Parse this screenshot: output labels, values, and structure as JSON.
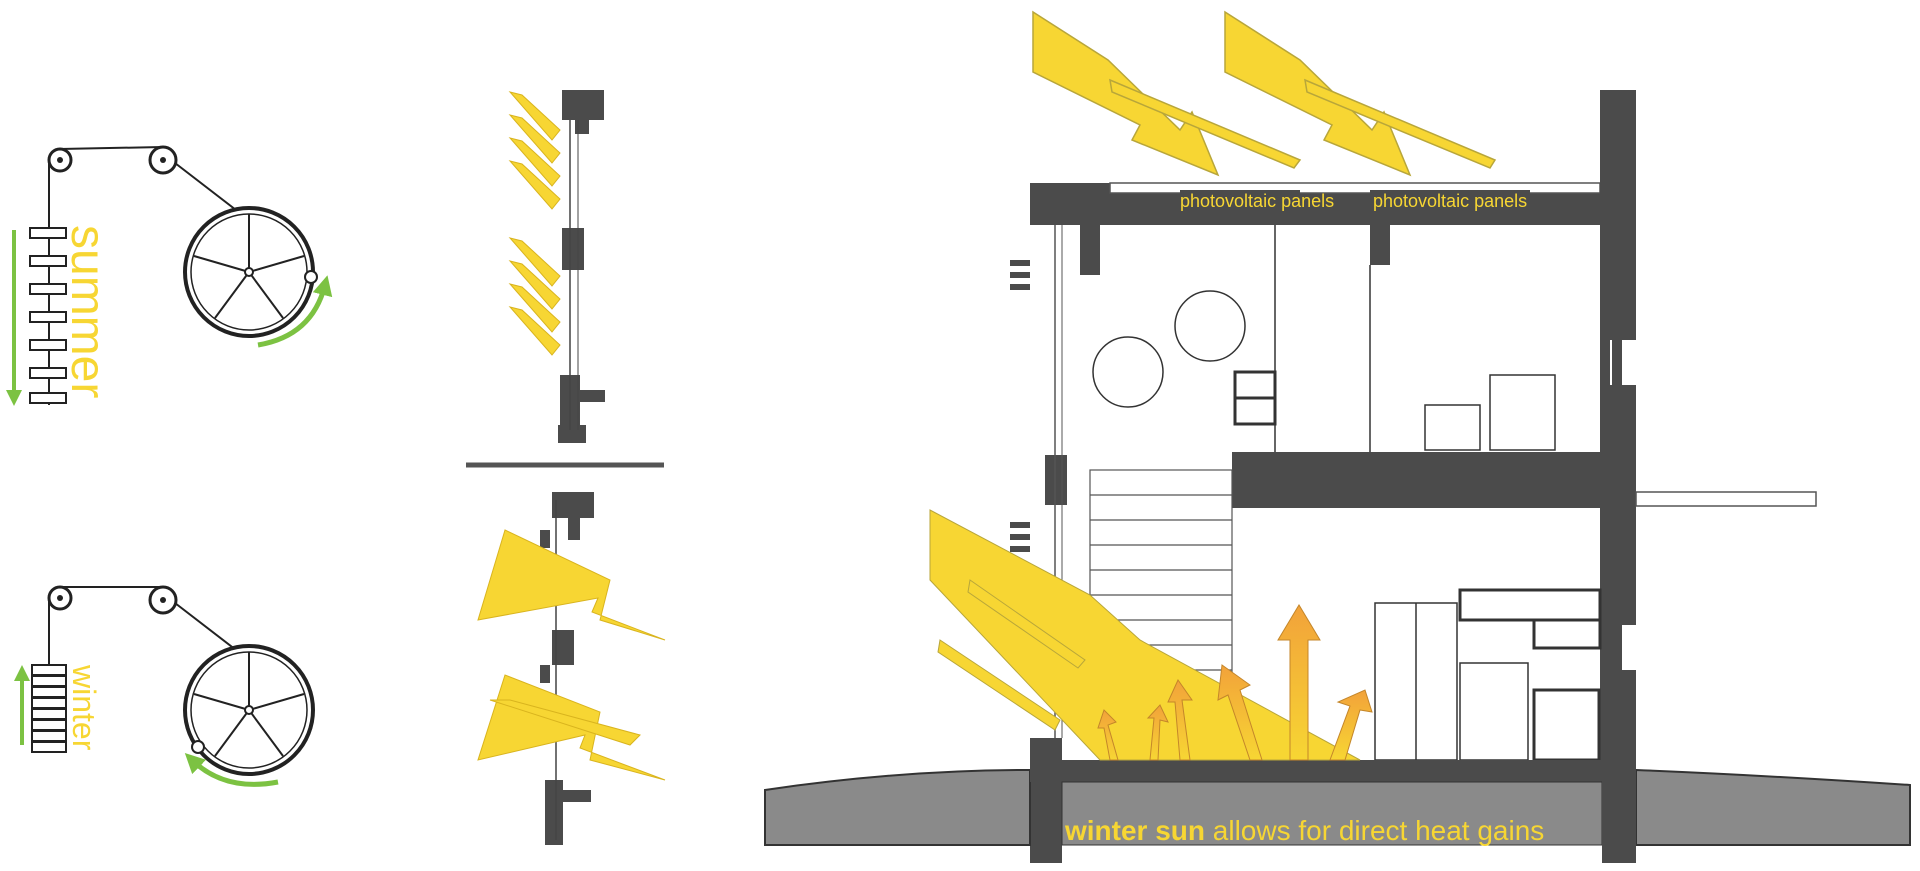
{
  "labels": {
    "summer": "summer",
    "winter": "winter",
    "pv_left": "photovoltaic panels",
    "pv_right": "photovoltaic panels",
    "caption_bold": "winter sun",
    "caption_rest": " allows for direct heat gains"
  },
  "colors": {
    "sun_yellow": "#f7d633",
    "sun_orange": "#f2a23a",
    "arrow_green": "#7cc242",
    "wall_dark": "#4b4b4b",
    "ground": "#8a8a8a",
    "label_yellow": "#e8c828"
  },
  "icons": {
    "pulley": "pulley-icon",
    "wheel": "crank-wheel-icon",
    "rotation": "rotation-arrow-icon",
    "sun": "sun-ray-arrow-icon"
  }
}
